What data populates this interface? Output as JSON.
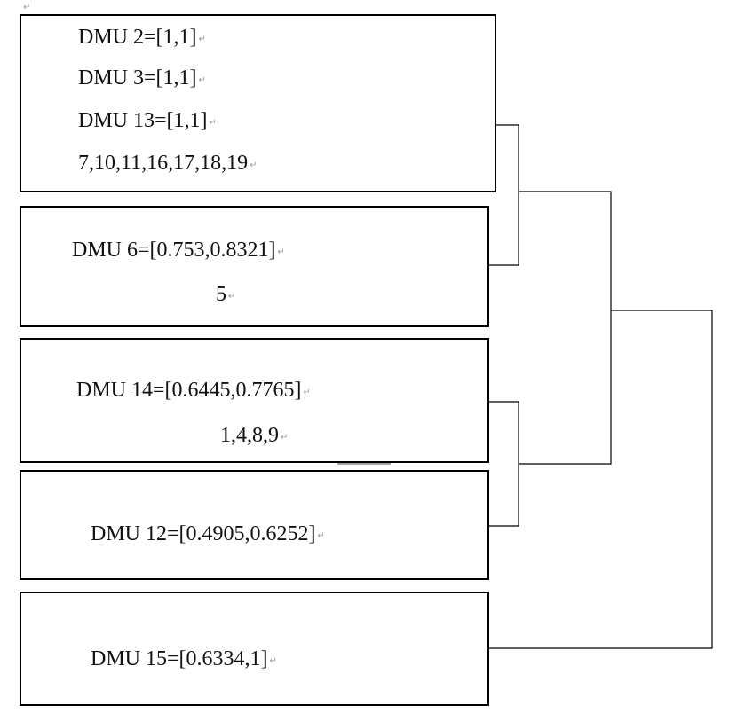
{
  "paragraph_mark": "↵",
  "clusters": [
    {
      "lines": [
        "DMU 2=[1,1]",
        "DMU 3=[1,1]",
        "DMU 13=[1,1]",
        "7,10,11,16,17,18,19"
      ]
    },
    {
      "lines": [
        "DMU 6=[0.753,0.8321]",
        "5"
      ]
    },
    {
      "lines": [
        "DMU 14=[0.6445,0.7765]",
        "1,4,8,9"
      ]
    },
    {
      "lines": [
        "DMU 12=[0.4905,0.6252]"
      ]
    },
    {
      "lines": [
        "DMU 15=[0.6334,1]"
      ]
    }
  ]
}
